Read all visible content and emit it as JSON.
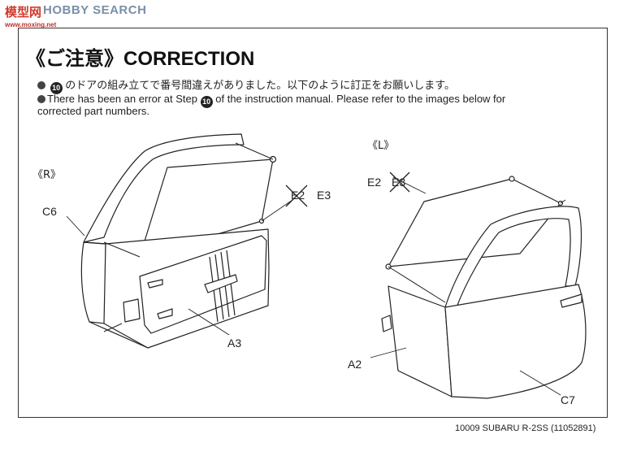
{
  "watermark": {
    "logo": "模型网",
    "search": "HOBBY SEARCH",
    "domain": "www.moxing.net"
  },
  "title": "《ご注意》CORRECTION",
  "notice_jp": {
    "before": "のドアの組み立てで番号間違えがありました。以下のように訂正をお願いします。",
    "step": "10"
  },
  "notice_en": {
    "before": "There has been an error at Step",
    "step": "10",
    "after": "of the instruction manual. Please refer to the images below for",
    "line2": "corrected part numbers."
  },
  "right_door": {
    "side_label": "《R》",
    "parts": {
      "c6": "C6",
      "wrong": "E2",
      "correct": "E3",
      "a3": "A3"
    }
  },
  "left_door": {
    "side_label": "《L》",
    "parts": {
      "correct": "E2",
      "wrong": "E3",
      "a2": "A2",
      "c7": "C7"
    }
  },
  "footer": "10009  SUBARU R-2SS (11052891)"
}
